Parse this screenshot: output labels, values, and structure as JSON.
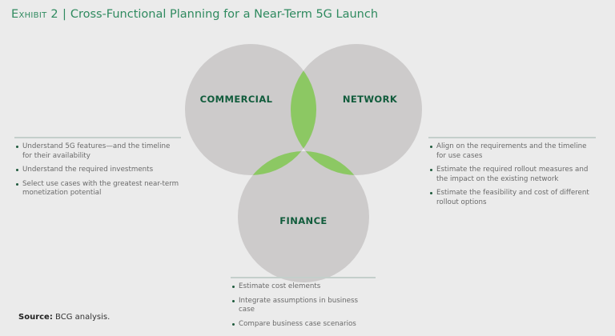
{
  "title": {
    "exhibit": "Exhibit 2",
    "separator": "|",
    "text": "Cross-Functional Planning for a Near-Term 5G Launch"
  },
  "venn": {
    "labels": {
      "commercial": "COMMERCIAL",
      "network": "NETWORK",
      "finance": "FINANCE"
    },
    "colors": {
      "circle": "#cdcbcb",
      "pair_overlap": "#8cc863",
      "triple_overlap": "#0e7a55"
    }
  },
  "commercial": {
    "items": [
      "Understand 5G features—and the timeline for their availability",
      "Understand the required investments",
      "Select use cases with the greatest near-term monetization potential"
    ]
  },
  "network": {
    "items": [
      "Align on the requirements and the timeline for use cases",
      "Estimate the required rollout measures and the impact on the existing network",
      "Estimate the feasibility and cost of different rollout options"
    ]
  },
  "finance": {
    "items": [
      "Estimate cost elements",
      "Integrate assumptions in business case",
      "Compare business case scenarios"
    ]
  },
  "source": {
    "label": "Source:",
    "text": "BCG analysis."
  }
}
